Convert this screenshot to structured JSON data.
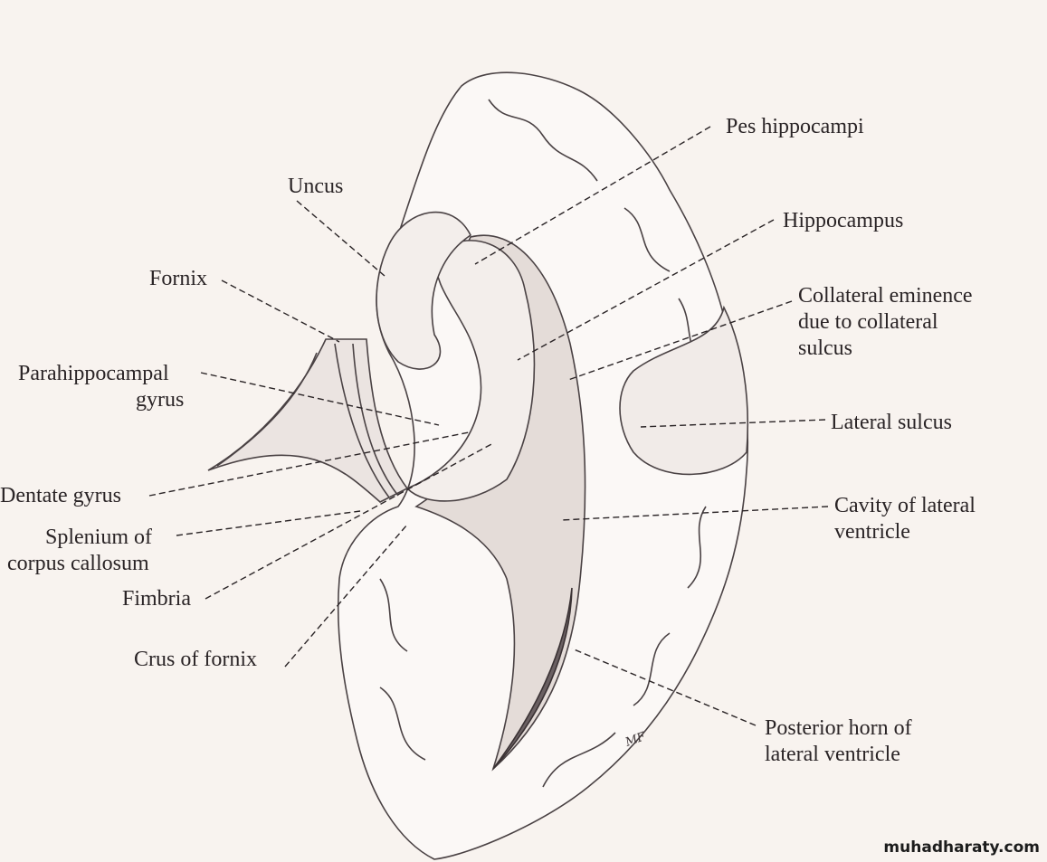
{
  "labels": {
    "pes_hippocampi": "Pes hippocampi",
    "uncus": "Uncus",
    "hippocampus": "Hippocampus",
    "fornix": "Fornix",
    "collateral_eminence": [
      "Collateral eminence",
      "due to collateral",
      "sulcus"
    ],
    "parahippocampal_gyrus": [
      "Parahippocampal",
      "gyrus"
    ],
    "lateral_sulcus": "Lateral sulcus",
    "dentate_gyrus": "Dentate gyrus",
    "cavity_lateral_ventricle": [
      "Cavity of lateral",
      "ventricle"
    ],
    "splenium": [
      "Splenium of",
      "corpus callosum"
    ],
    "fimbria": "Fimbria",
    "crus_of_fornix": "Crus of fornix",
    "posterior_horn": [
      "Posterior horn of",
      "lateral ventricle"
    ]
  },
  "artist_signature": "MF",
  "watermark": "muhadharaty.com",
  "colors": {
    "background": "#f8f3ef",
    "ink": "#2a2426",
    "shading": "#5a5052"
  }
}
